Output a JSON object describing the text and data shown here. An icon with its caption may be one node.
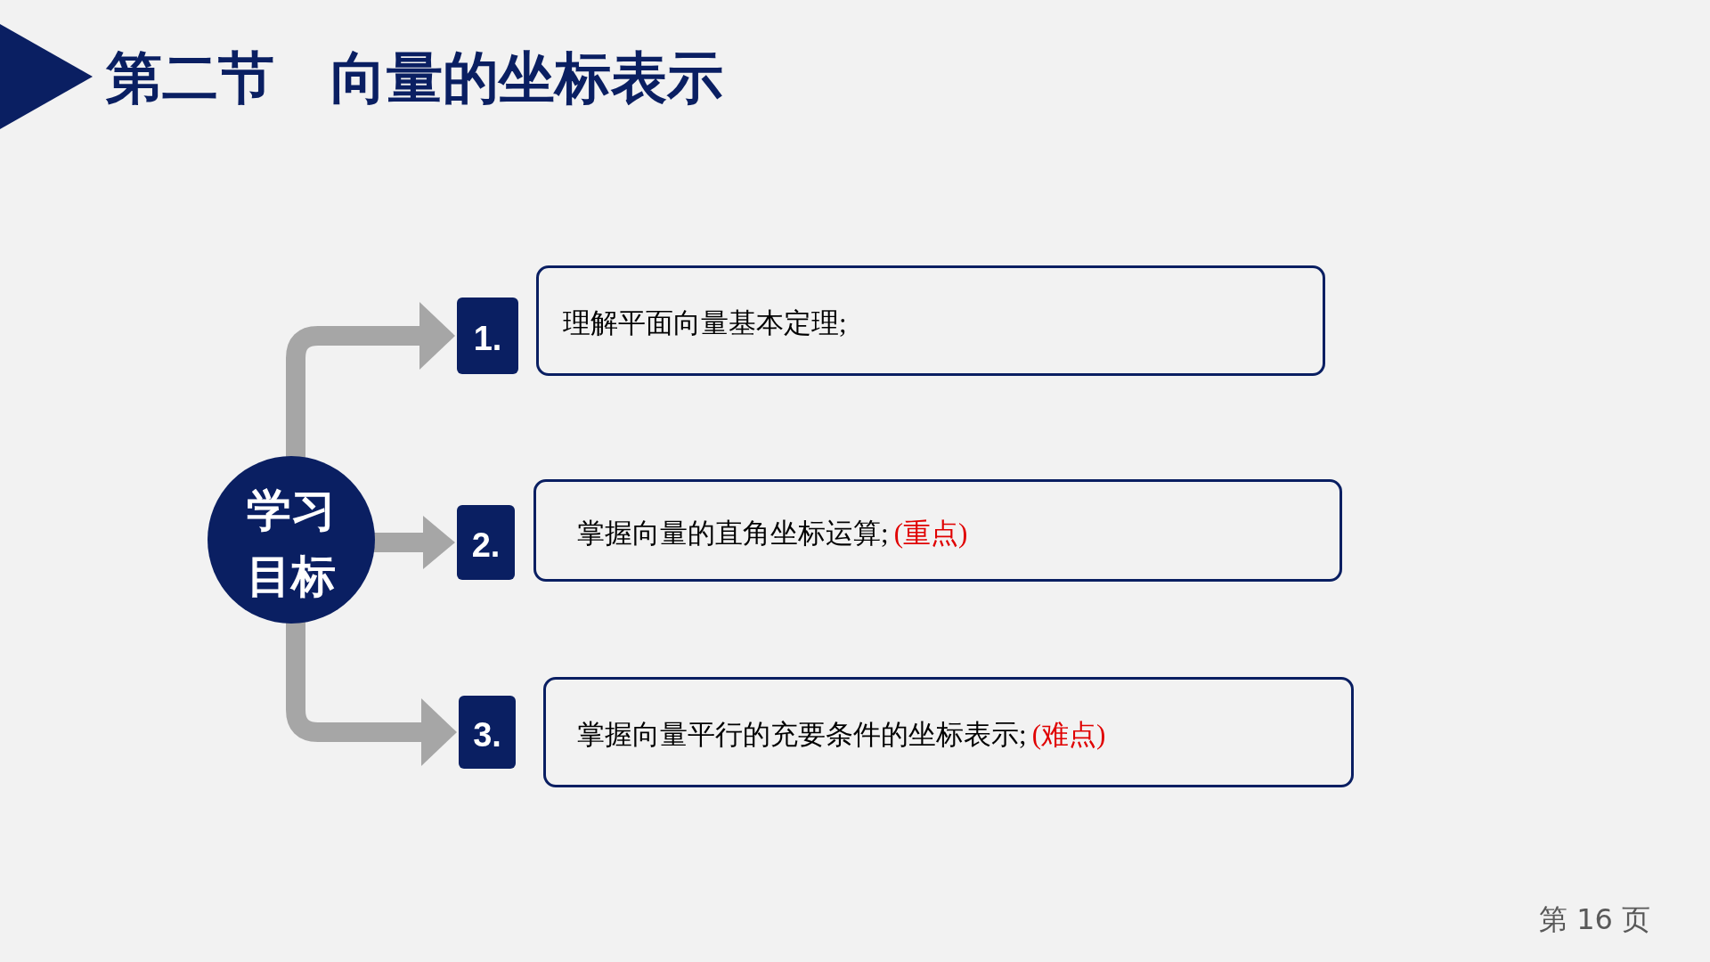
{
  "diagram": {
    "title": "第二节　向量的坐标表示",
    "nodes": [
      {
        "text": [
          "学习目标"
        ]
      },
      {
        "text": [
          "1."
        ]
      },
      {
        "text": [
          "理解平面向量基本定理;"
        ]
      },
      {
        "text": [
          "2."
        ]
      },
      {
        "text": [
          "掌握向量的直角坐标运算;",
          "(重点)"
        ]
      },
      {
        "text": [
          "3."
        ]
      },
      {
        "text": [
          "掌握向量平行的充要条件的坐标表示;",
          "(难点)"
        ]
      }
    ],
    "edges": [
      {
        "from": 0,
        "to": 1,
        "arrow": "to"
      },
      {
        "from": 0,
        "to": 3,
        "arrow": "to"
      },
      {
        "from": 0,
        "to": 5,
        "arrow": "to"
      }
    ],
    "labels": [
      "第 16 页"
    ]
  }
}
